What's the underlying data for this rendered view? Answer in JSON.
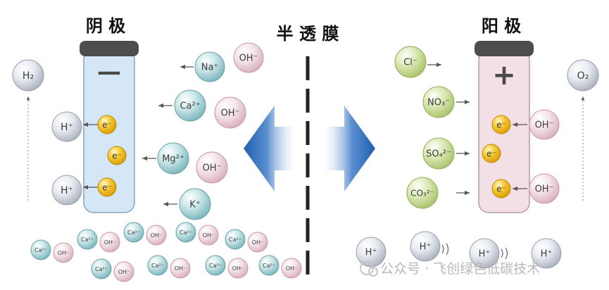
{
  "labels": {
    "cathode": "阴 极",
    "anode": "阳 极",
    "membrane": "半 透 膜",
    "cathode_sign": "—",
    "anode_sign": "+",
    "watermark": "公众号 · 飞创绿色低碳技术"
  },
  "cathode": {
    "gas": "H₂",
    "protons": [
      "H⁺",
      "H⁺"
    ],
    "electrons": [
      "e⁻",
      "e⁻",
      "e⁻"
    ]
  },
  "cathode_ions": [
    {
      "cation": "Na⁺",
      "anion": "OH⁻"
    },
    {
      "cation": "Ca²⁺",
      "anion": "OH⁻"
    },
    {
      "cation": "Mg²⁺",
      "anion": "OH⁻"
    },
    {
      "cation": "K⁺"
    }
  ],
  "anode": {
    "gas": "O₂",
    "electrons": [
      "e⁻",
      "e⁻",
      "e⁻"
    ],
    "hydroxides": [
      "OH⁻",
      "OH⁻"
    ]
  },
  "anode_ions": [
    "Cl⁻",
    "NO₃⁻",
    "SO₄²⁻",
    "CO₃²⁻"
  ],
  "precipitate": {
    "cation": "Ca²⁺",
    "anion": "OH⁻"
  },
  "bottom_right": [
    "H⁺",
    "H⁺",
    "H⁺",
    "H⁺"
  ],
  "colors": {
    "cation": "#9fcfd3",
    "anion": "#ecd3db",
    "proton": "#dfe3ea",
    "electron": "#f1bd24",
    "anode_anion": "#c9dc97",
    "cathode_tube": "#d5e6f6",
    "anode_tube": "#f3dfe6",
    "cap": "#4d4d4d",
    "arrow": "#1f63b5"
  }
}
